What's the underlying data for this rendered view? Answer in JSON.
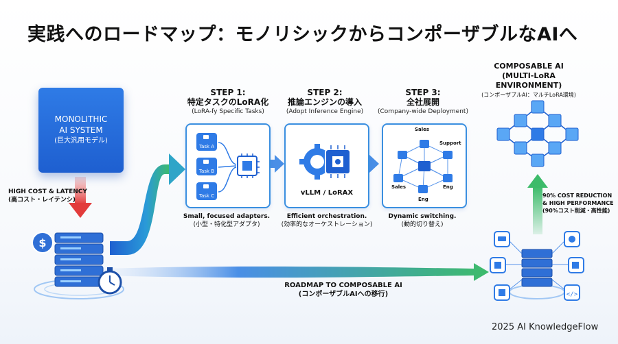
{
  "title": "実践へのロードマップ：モノリシックからコンポーザブルなAIへ",
  "monolithic": {
    "line1": "MONOLITHIC",
    "line2": "AI SYSTEM",
    "line3": "(巨大汎用モデル)"
  },
  "cost_label": {
    "line1": "HIGH COST & LATENCY",
    "line2": "(高コスト・レイテンシ)"
  },
  "steps": [
    {
      "step": "STEP 1:",
      "name": "特定タスクのLoRA化",
      "sub": "(LoRA-fy Specific Tasks)",
      "caption1": "Small, focused adapters.",
      "caption2": "(小型・特化型アダプタ)",
      "tasks": [
        "Task A",
        "Task B",
        "Task C"
      ]
    },
    {
      "step": "STEP 2:",
      "name": "推論エンジンの導入",
      "sub": "(Adopt Inference Engine)",
      "caption1": "Efficient orchestration.",
      "caption2": "(効率的なオーケストレーション)",
      "engine_label": "vLLM / LoRAX"
    },
    {
      "step": "STEP 3:",
      "name": "全社展開",
      "sub": "(Company-wide Deployment)",
      "caption1": "Dynamic switching.",
      "caption2": "(動的切り替え)",
      "nodes": [
        "Sales",
        "Support",
        "Sales",
        "Eng",
        "Eng"
      ]
    }
  ],
  "composable": {
    "line1": "COMPOSABLE AI",
    "line2": "(MULTI-LoRA ENVIRONMENT)",
    "line3": "(コンポーザブルAI：マルチLoRA環境)"
  },
  "reduction": {
    "line1": "90% COST REDUCTION",
    "line2": "& HIGH PERFORMANCE",
    "line3": "(90%コスト削減・高性能)"
  },
  "roadmap": {
    "line1": "ROADMAP TO COMPOSABLE AI",
    "line2": "(コンポーザブルAIへの移行)"
  },
  "footer": "2025 AI KnowledgeFlow",
  "colors": {
    "primary_blue": "#2f7be6",
    "green_arrow": "#3dbb6a",
    "red_arrow": "#e23b3b"
  }
}
